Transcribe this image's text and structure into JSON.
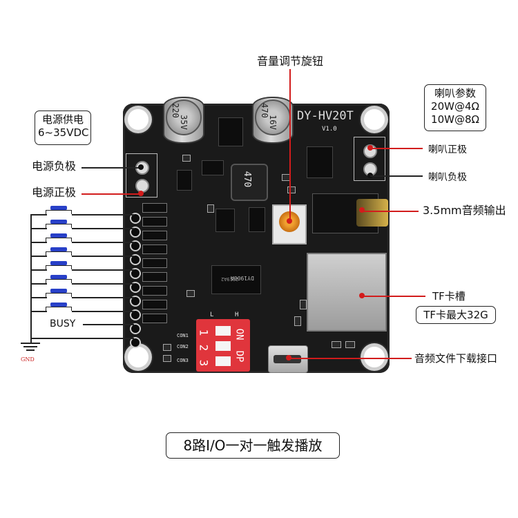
{
  "labels": {
    "power_supply": "电源供电",
    "power_voltage": "6~35VDC",
    "power_negative": "电源负极",
    "power_positive": "电源正极",
    "volume_knob": "音量调节旋钮",
    "speaker_params": "喇叭参数",
    "speaker_20w": "20W@4Ω",
    "speaker_10w": "10W@8Ω",
    "speaker_positive": "喇叭正极",
    "speaker_negative": "喇叭负极",
    "audio_out": "3.5mm音频输出",
    "tf_slot": "TF卡槽",
    "tf_max": "TF卡最大32G",
    "download_port": "音频文件下载接口",
    "busy": "BUSY",
    "gnd": "GND",
    "footer": "8路I/O一对一触发播放"
  },
  "board_silk": {
    "model": "DY-HV20T",
    "version": "V1.0",
    "cap1_a": "220",
    "cap1_b": "35V",
    "cap2_a": "470",
    "cap2_b": "16V",
    "inductor": "470",
    "chip_main": "DY1900A",
    "chip_sub": "2019A2",
    "dip_on": "ON",
    "dip_dp": "DP",
    "dip_1": "1",
    "dip_2": "2",
    "dip_3": "3",
    "dip_l": "L",
    "dip_h": "H",
    "con1": "CON1",
    "con2": "CON2",
    "con3": "CON3"
  },
  "buttons": [
    "",
    "",
    "",
    "",
    "",
    "",
    "",
    ""
  ],
  "colors": {
    "board": "#1a1a1a",
    "accent_red": "#d21c1c",
    "button_blue": "#2840c8",
    "dip_red": "#e0353c"
  }
}
